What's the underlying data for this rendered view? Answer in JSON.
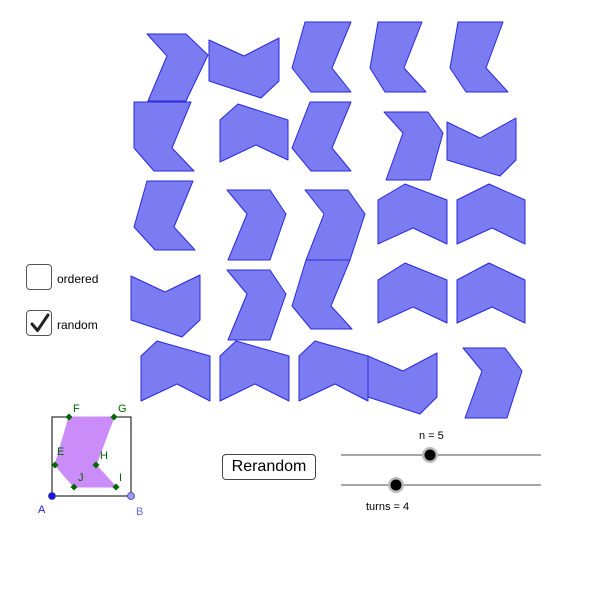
{
  "options": {
    "ordered": {
      "label": "ordered",
      "checked": false
    },
    "random": {
      "label": "random",
      "checked": true
    }
  },
  "rerandom_label": "Rerandom",
  "sliders": {
    "n": {
      "label": "n = 5",
      "value": 5
    },
    "turns": {
      "label": "turns = 4",
      "value": 4
    }
  },
  "construction": {
    "points": [
      "A",
      "B",
      "E",
      "F",
      "G",
      "H",
      "I",
      "J"
    ]
  },
  "colors": {
    "tile_fill": "#7b7bf2",
    "tile_stroke": "#2a2ad8",
    "prototile_fill": "#c98cf8",
    "point_green": "#006400",
    "point_blue": "#1a1ad8"
  }
}
